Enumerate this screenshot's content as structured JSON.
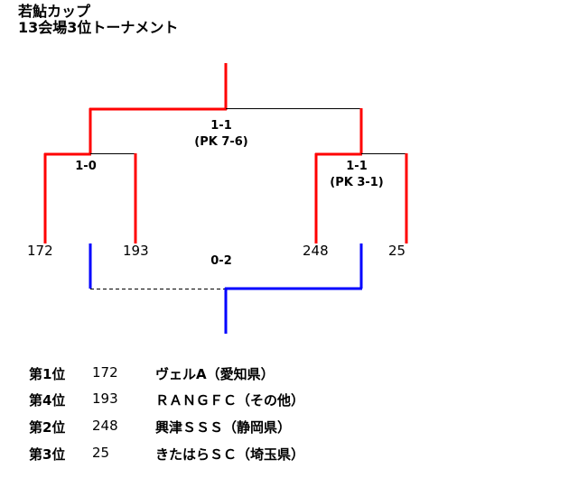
{
  "header": {
    "title": "若鮎カップ",
    "subtitle": "13会場3位トーナメント"
  },
  "colors": {
    "winner_line": "#ff0000",
    "loser_line": "#0000ff",
    "neutral_line": "#000000"
  },
  "bracket": {
    "teams": [
      "172",
      "193",
      "248",
      "25"
    ],
    "semi_left_score": "1-0",
    "semi_right_score": "1-1",
    "semi_right_pk": "(PK 3-1)",
    "final_score": "1-1",
    "final_pk": "(PK 7-6)",
    "third_place_score": "0-2"
  },
  "standings": [
    {
      "rank": "第1位",
      "number": "172",
      "name": "ヴェルA（愛知県）"
    },
    {
      "rank": "第4位",
      "number": "193",
      "name": "ＲＡＮＧＦＣ（その他）"
    },
    {
      "rank": "第2位",
      "number": "248",
      "name": "興津ＳＳＳ（静岡県）"
    },
    {
      "rank": "第3位",
      "number": "25",
      "name": "きたはらＳＣ（埼玉県）"
    }
  ]
}
